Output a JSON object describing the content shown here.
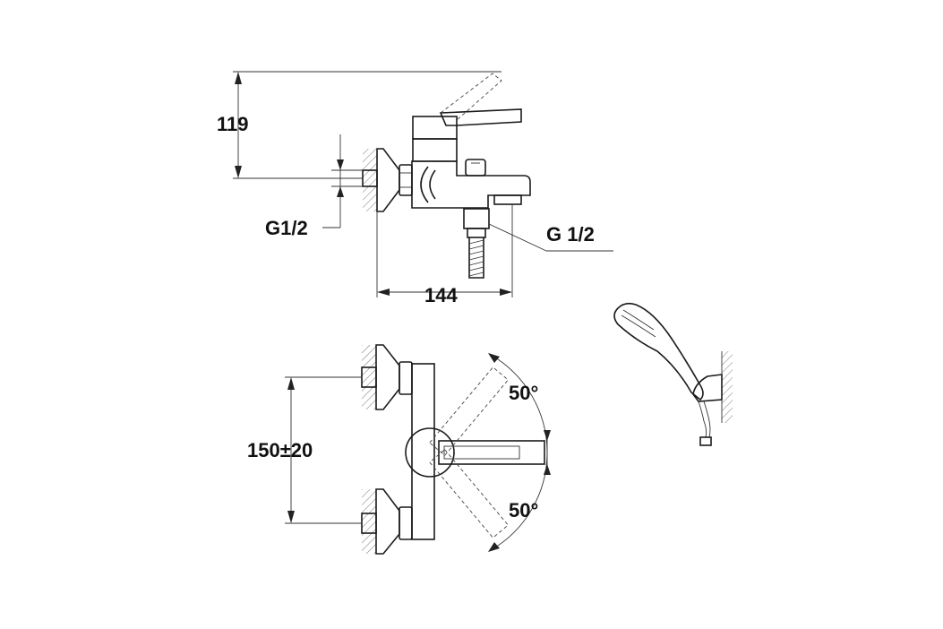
{
  "dimensions": {
    "height_119": "119",
    "inlet_thread": "G1/2",
    "outlet_thread": "G 1/2",
    "depth_144": "144",
    "center_distance": "150±20",
    "angle_upper": "50°",
    "angle_lower": "50°"
  },
  "colors": {
    "line": "#1a1a1a",
    "background": "#ffffff"
  }
}
